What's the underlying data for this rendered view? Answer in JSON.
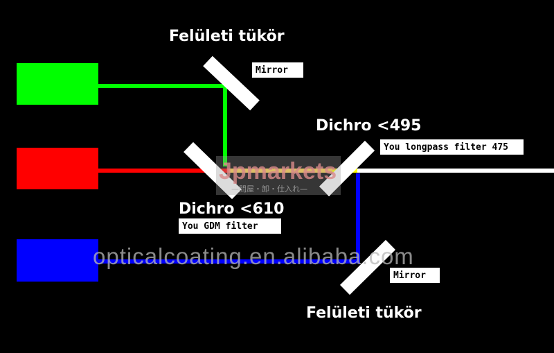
{
  "labels": {
    "top_mirror_title": "Felületi tükör",
    "top_mirror_box": "Mirror",
    "dichro495_title": "Dichro <495",
    "dichro495_box": "You longpass filter 475",
    "dichro610_title": "Dichro <610",
    "dichro610_box": "You GDM filter",
    "bottom_mirror_box": "Mirror",
    "bottom_mirror_title": "Felületi tükör"
  },
  "watermarks": {
    "logo_main": "Jpmarkets",
    "logo_sub": "—問屋・卸・仕入れ—",
    "site": "opticalcoating.en.alibaba.com"
  },
  "colors": {
    "green": "#00ff00",
    "red": "#ff0000",
    "blue": "#0000ff",
    "white": "#ffffff",
    "yellow": "#ffff00"
  }
}
